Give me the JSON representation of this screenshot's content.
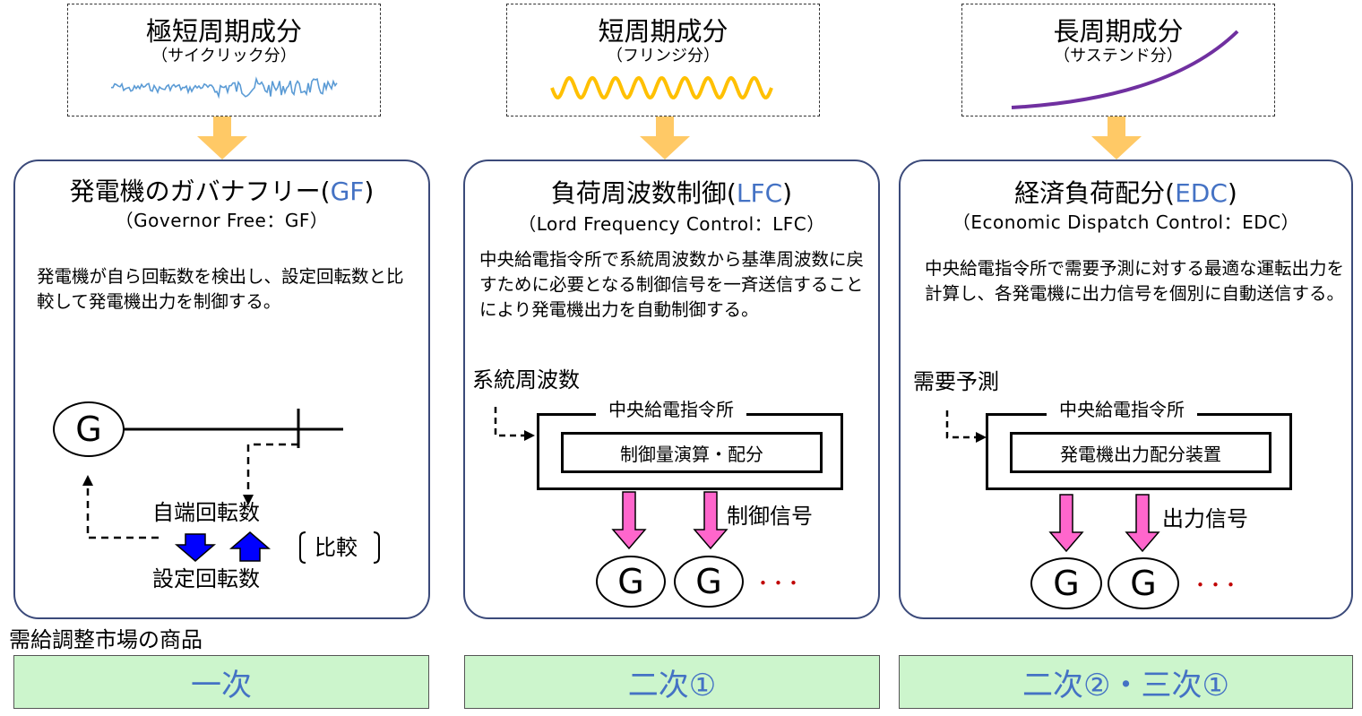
{
  "components": [
    {
      "title": "極短周期成分",
      "subtitle": "（サイクリック分）"
    },
    {
      "title": "短周期成分",
      "subtitle": "（フリンジ分）"
    },
    {
      "title": "長周期成分",
      "subtitle": "（サステンド分）"
    }
  ],
  "panels": [
    {
      "title": "発電機のガバナフリー(",
      "acronym": "GF",
      "title_end": ")",
      "subtitle": "（Governor Free：GF）",
      "description": "発電機が自ら回転数を検出し、設定回転数と比較して発電機出力を制御する。",
      "generator": "G",
      "own_speed": "自端回転数",
      "set_speed": "設定回転数",
      "compare": "比較"
    },
    {
      "title": "負荷周波数制御(",
      "acronym": "LFC",
      "title_end": ")",
      "subtitle": "（Lord Frequency Control：LFC）",
      "description": "中央給電指令所で系統周波数から基準周波数に戻すために必要となる制御信号を一斉送信することにより発電機出力を自動制御する。",
      "input_label": "系統周波数",
      "center_label": "中央給電指令所",
      "process_label": "制御量演算・配分",
      "signal_label": "制御信号",
      "generator": "G",
      "ellipsis": "･･･"
    },
    {
      "title": "経済負荷配分(",
      "acronym": "EDC",
      "title_end": ")",
      "subtitle": "（Economic Dispatch Control：EDC）",
      "description": "中央給電指令所で需要予測に対する最適な運転出力を計算し、各発電機に出力信号を個別に自動送信する。",
      "input_label": "需要予測",
      "center_label": "中央給電指令所",
      "process_label": "発電機出力配分装置",
      "signal_label": "出力信号",
      "generator": "G",
      "ellipsis": "･･･"
    }
  ],
  "market": {
    "label": "需給調整市場の商品",
    "products": [
      "一次",
      "二次①",
      "二次②・三次①"
    ]
  },
  "colors": {
    "panel_border": "#3b4a7a",
    "acronym": "#4472c4",
    "down_arrow": "#ffc966",
    "signal_arrow": "#ff66cc",
    "compare_arrow": "#0000ff",
    "product_bg": "#ccf5cc",
    "ellipsis": "#c00000"
  }
}
